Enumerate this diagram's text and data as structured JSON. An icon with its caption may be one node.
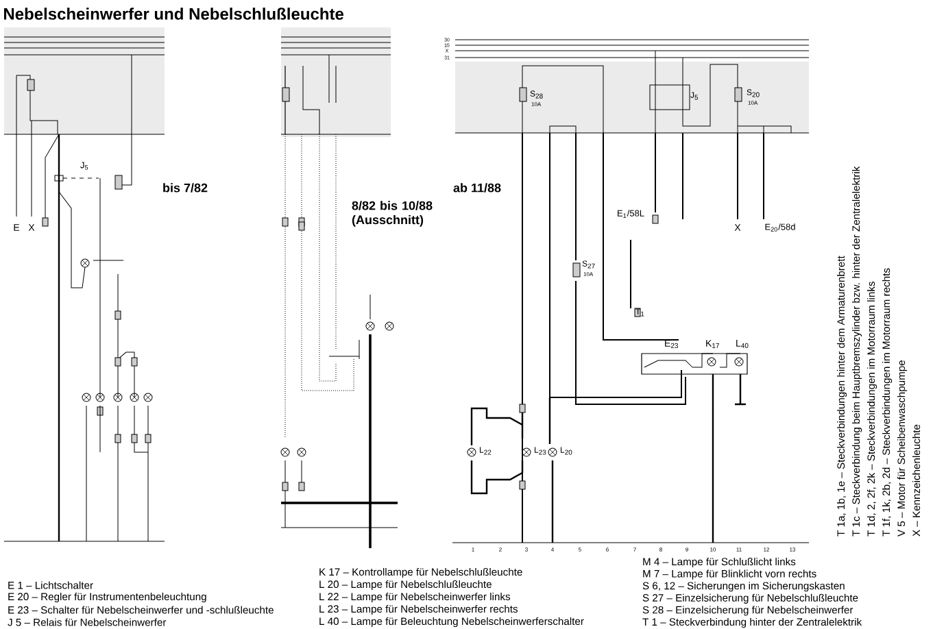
{
  "diagram": {
    "title": "Nebelscheinwerfer und Nebelschlußleuchte",
    "labels": [
      "bis 7/82",
      "8/82 bis 10/88 (Ausschnitt)",
      "ab 11/88",
      "30",
      "15",
      "X",
      "31",
      "S$_{28}$",
      "10A",
      "J$_{5}$",
      "S$_{20}$",
      "10A",
      "E$_{1}$/58L",
      "X",
      "E$_{20}$/58d",
      "S$_{27}$",
      "10A",
      "T$_{1}$",
      "E$_{23}$",
      "K$_{17}$",
      "L$_{40}$",
      "L$_{22}$",
      "L$_{23}$",
      "L$_{20}$",
      "E",
      "X",
      "J$_{5}$",
      "1",
      "2",
      "3",
      "4",
      "5",
      "6",
      "7",
      "8",
      "9",
      "10",
      "11",
      "12",
      "13",
      "T 1a, 1b, 1e – Steckverbindungen hinter dem Armaturenbrett",
      "T 1c – Steckverbindung beim Hauptbremszylinder bzw. hinter der Zentralelektrik",
      "T 1d, 2, 2f, 2k – Steckverbindungen im Motorraum links",
      "T 1f, 1k, 2b, 2d – Steckverbindungen im Motorraum rechts",
      "V 5 – Motor für Scheibenwaschpumpe",
      "X – Kennzeichenleuchte",
      "E 1 – Lichtschalter",
      "E 20 – Regler für Instrumentenbeleuchtung",
      "E 23 – Schalter für Nebelscheinwerfer und -schlußleuchte",
      "J 5 – Relais für Nebelscheinwerfer",
      "K 17 – Kontrollampe für Nebelschlußleuchte",
      "L 20 – Lampe für Nebelschlußleuchte",
      "L 22 – Lampe für Nebelscheinwerfer links",
      "L 23 – Lampe für Nebelscheinwerfer rechts",
      "L 40 – Lampe für Beleuchtung Nebelscheinwerferschalter",
      "M 4 – Lampe für Schlußlicht links",
      "M 7 – Lampe für Blinklicht vorn rechts",
      "S 6, 12 – Sicherungen im Sicherungskasten",
      "S 27 – Einzelsicherung für Nebelschlußleuchte",
      "S 28 – Einzelsicherung für Nebelscheinwerfer",
      "T 1 – Steckverbindung hinter der Zentralelektrik"
    ]
  }
}
